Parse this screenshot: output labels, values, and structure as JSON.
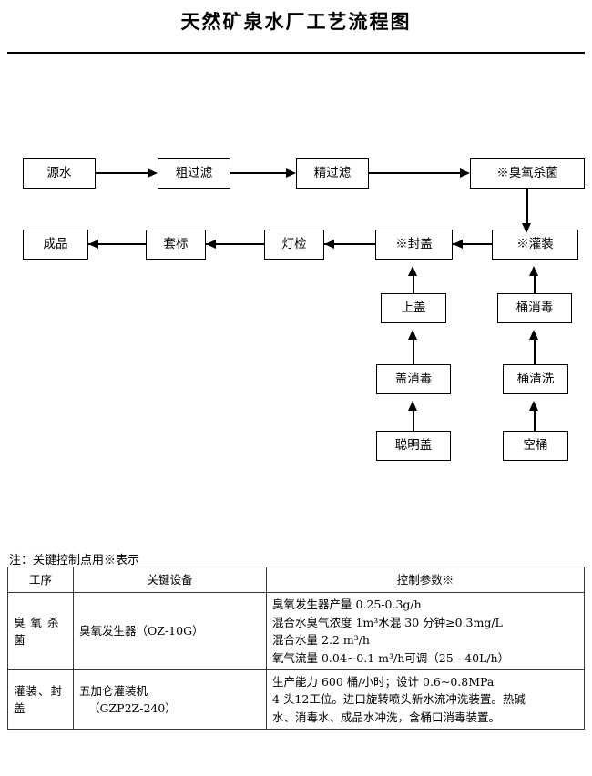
{
  "document": {
    "title": "天然矿泉水厂工艺流程图"
  },
  "flowchart": {
    "nodes": {
      "source_water": "源水",
      "coarse_filter": "粗过滤",
      "fine_filter": "精过滤",
      "ozone_sterilize": "※臭氧杀菌",
      "finished_product": "成品",
      "labeling": "套标",
      "lamp_inspection": "灯检",
      "capping": "※封盖",
      "filling": "※灌装",
      "cap_on": "上盖",
      "barrel_sterilize": "桶消毒",
      "cap_sterilize": "盖消毒",
      "barrel_wash": "桶清洗",
      "smart_cap": "聪明盖",
      "empty_barrel": "空桶"
    }
  },
  "note": "注：关键控制点用※表示",
  "table": {
    "headers": {
      "stage": "工序",
      "equipment": "关键设备",
      "params": "控制参数※"
    },
    "rows": [
      {
        "stage": "臭 氧 杀 菌",
        "equipment": "臭氧发生器（OZ-10G）",
        "equipment_model": "",
        "params": [
          "臭氧发生器产量 0.25-0.3g/h",
          "混合水臭气浓度 1m³水混 30 分钟≥0.3mg/L",
          "混合水量 2.2 m³/h",
          "氧气流量 0.04~0.1 m³/h可调（25—40L/h）"
        ]
      },
      {
        "stage": "灌装、封盖",
        "equipment": "五加仑灌装机",
        "equipment_model": "（GZP2Z-240）",
        "params": [
          "生产能力 600 桶/小时；设计 0.6~0.8MPa",
          "4 头12工位。进口旋转喷头新水流冲洗装置。热碱",
          "水、消毒水、成品水冲洗，含桶口消毒装置。"
        ]
      }
    ]
  }
}
